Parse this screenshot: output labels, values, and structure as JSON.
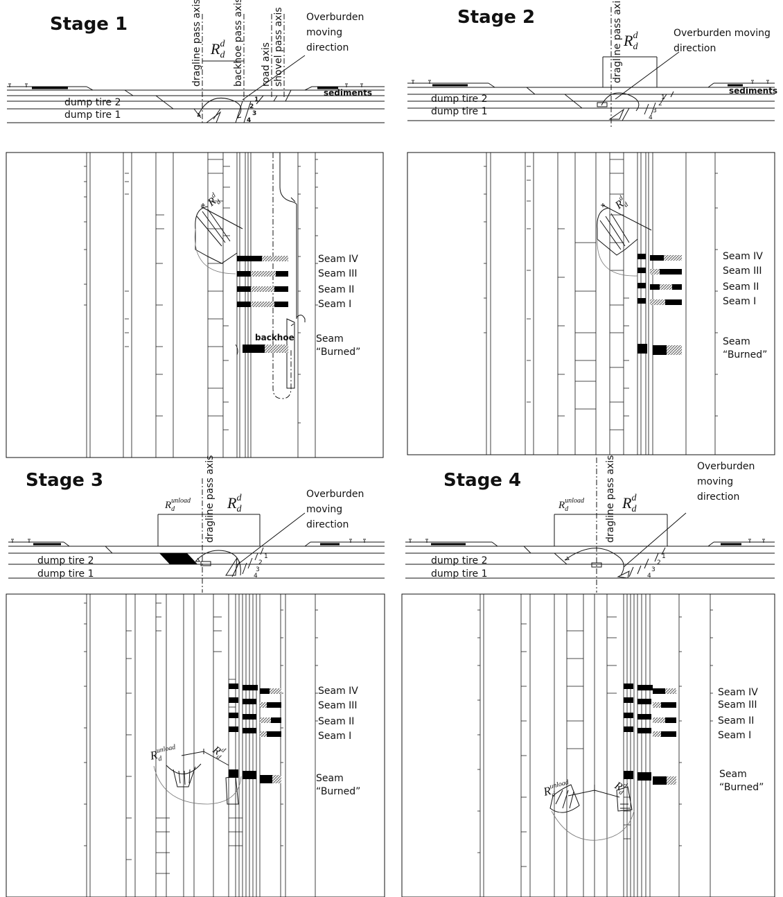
{
  "stages": [
    {
      "title": "Stage 1",
      "axis_labels": [
        "dragline pass axis",
        "backhoe pass axis",
        "road axis",
        "shovel pass axis"
      ],
      "direction_label": [
        "Overburden",
        "moving",
        "direction"
      ],
      "radius": {
        "base": "R",
        "sub": "d",
        "sup": "d"
      },
      "dump_labels": [
        "dump tire 2",
        "dump tire 1"
      ],
      "sediments_label": "sediments",
      "bench_numbers": [
        "1",
        "2",
        "3",
        "4"
      ],
      "seams": [
        "Seam IV",
        "Seam III",
        "Seam II",
        "Seam I",
        "Seam",
        "“Burned”"
      ],
      "machine_label": "backhoe"
    },
    {
      "title": "Stage 2",
      "axis_labels": [
        "dragline pass axis"
      ],
      "direction_label": [
        "Overburden moving",
        "direction"
      ],
      "radius": {
        "base": "R",
        "sub": "d",
        "sup": "d"
      },
      "dump_labels": [
        "dump tire 2",
        "dump tire 1"
      ],
      "sediments_label": "sediments",
      "bench_numbers": [
        "1",
        "2",
        "3",
        "4"
      ],
      "seams": [
        "Seam IV",
        "Seam III",
        "Seam II",
        "Seam I",
        "Seam",
        "“Burned”"
      ]
    },
    {
      "title": "Stage 3",
      "axis_labels": [
        "dragline pass axis"
      ],
      "direction_label": [
        "Overburden",
        "moving",
        "direction"
      ],
      "radius": {
        "base": "R",
        "sub": "d",
        "sup": "d"
      },
      "radius_unload": {
        "base": "R",
        "sub": "d",
        "sup": "unload"
      },
      "dump_labels": [
        "dump tire 2",
        "dump tire 1"
      ],
      "bench_numbers": [
        "1",
        "2",
        "3",
        "4"
      ],
      "seams": [
        "Seam IV",
        "Seam III",
        "Seam II",
        "Seam I",
        "Seam",
        "“Burned”"
      ]
    },
    {
      "title": "Stage 4",
      "axis_labels": [
        "dragline pass axis"
      ],
      "direction_label": [
        "Overburden",
        "moving",
        "direction"
      ],
      "radius": {
        "base": "R",
        "sub": "d",
        "sup": "d"
      },
      "radius_unload": {
        "base": "R",
        "sub": "d",
        "sup": "unload"
      },
      "dump_labels": [
        "dump tire 2",
        "dump tire 1"
      ],
      "bench_numbers": [
        "1",
        "2",
        "3",
        "4"
      ],
      "seams": [
        "Seam IV",
        "Seam III",
        "Seam II",
        "Seam I",
        "Seam",
        "“Burned”"
      ]
    }
  ]
}
